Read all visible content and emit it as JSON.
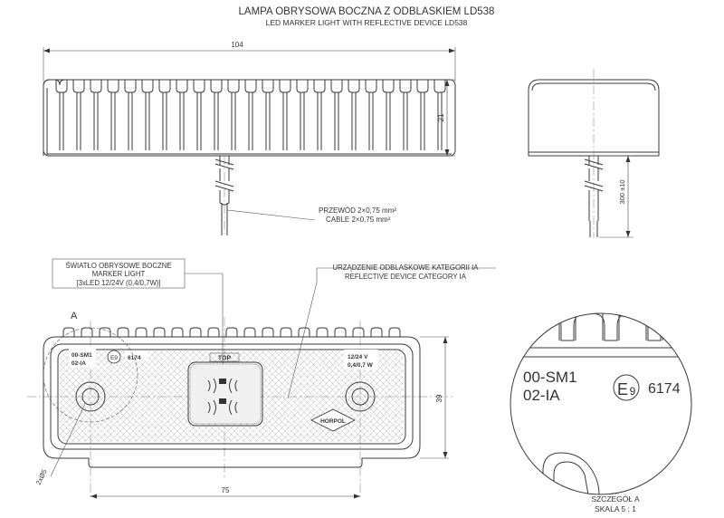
{
  "title": {
    "pl": "LAMPA OBRYSOWA BOCZNA Z ODBLASKIEM LD538",
    "en": "LED MARKER LIGHT WITH REFLECTIVE DEVICE LD538"
  },
  "dimensions": {
    "length": "104",
    "height": "21",
    "cable_length": "300 ±10",
    "hole_spacing": "75",
    "width": "39",
    "hole": "2xØ5"
  },
  "callouts": {
    "cable": {
      "pl": "PRZEWÓD 2×0,75 mm²",
      "en": "CABLE 2×0,75 mm²"
    },
    "marker": {
      "pl": "ŚWIATŁO OBRYSOWE BOCZNE",
      "en": "MARKER LIGHT",
      "spec": "[3xLED 12/24V (0,4/0,7W)]"
    },
    "reflector": {
      "pl": "URZĄDZENIE ODBLASKOWE KATEGORII IA",
      "en": "REFLECTIVE DEVICE CATEGORY IA"
    },
    "detail_label": "A"
  },
  "lens_markings": {
    "code1": "00-SM1",
    "code2": "02-IA",
    "approval": "E9",
    "approval_number": "6174",
    "top": "TOP",
    "voltage": "12/24 V",
    "power": "0,4/0,7 W",
    "brand": "HORPOL"
  },
  "detail": {
    "code1": "00-SM1",
    "code2": "02-IA",
    "approval_e": "E",
    "approval_num": "9",
    "number": "6174",
    "caption": "SZCZEGÓŁ A",
    "scale": "SKALA 5 : 1"
  }
}
